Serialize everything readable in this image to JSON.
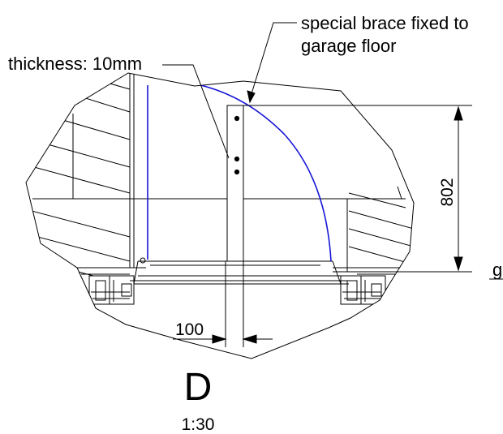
{
  "drawing": {
    "callouts": {
      "brace_line1": "special brace fixed to",
      "brace_line2": "garage floor",
      "thickness": "thickness: 10mm"
    },
    "dimensions": {
      "height": "802",
      "width": "100"
    },
    "partial_label": "g",
    "detail_letter": "D",
    "scale": "1:30",
    "colors": {
      "line": "#000000",
      "door_swing": "#1515d6"
    }
  }
}
